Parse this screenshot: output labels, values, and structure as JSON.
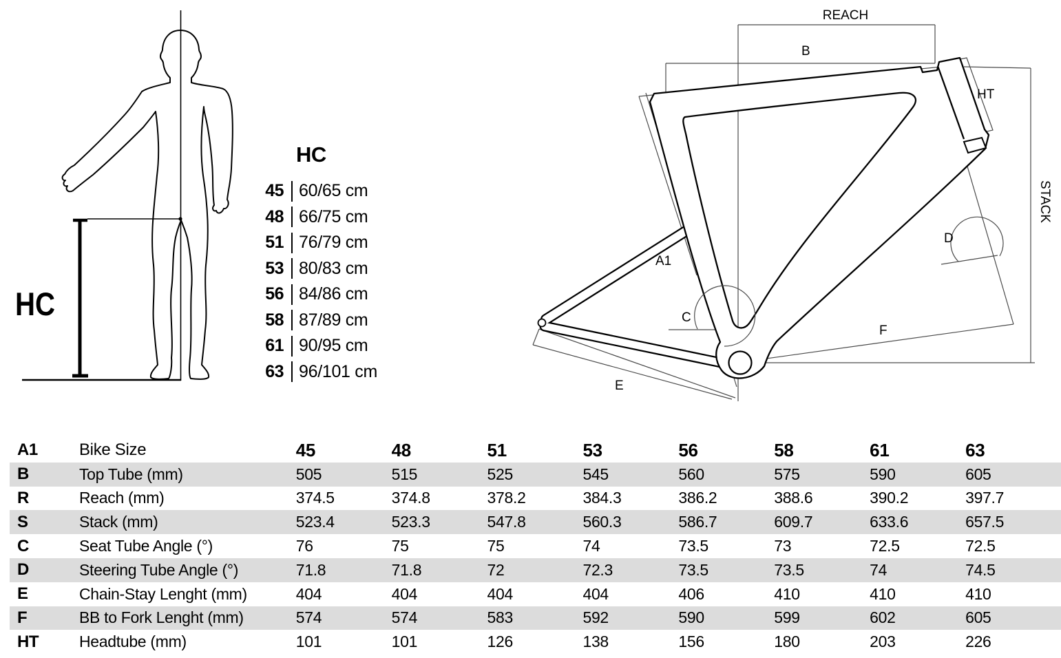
{
  "figure": {
    "hc_label": "HC"
  },
  "hc_list": {
    "title": "HC",
    "items": [
      {
        "size": "45",
        "range": "60/65 cm"
      },
      {
        "size": "48",
        "range": "66/75 cm"
      },
      {
        "size": "51",
        "range": "76/79 cm"
      },
      {
        "size": "53",
        "range": "80/83 cm"
      },
      {
        "size": "56",
        "range": "84/86 cm"
      },
      {
        "size": "58",
        "range": "87/89 cm"
      },
      {
        "size": "61",
        "range": "90/95 cm"
      },
      {
        "size": "63",
        "range": "96/101 cm"
      }
    ]
  },
  "diagram": {
    "labels": {
      "reach": "REACH",
      "b": "B",
      "ht": "HT",
      "stack": "STACK",
      "d": "D",
      "a1": "A1",
      "c": "C",
      "f": "F",
      "e": "E"
    }
  },
  "table": {
    "header": {
      "letter": "A1",
      "label": "Bike Size",
      "sizes": [
        "45",
        "48",
        "51",
        "53",
        "56",
        "58",
        "61",
        "63"
      ]
    },
    "rows": [
      {
        "letter": "B",
        "label": "Top Tube (mm)",
        "values": [
          "505",
          "515",
          "525",
          "545",
          "560",
          "575",
          "590",
          "605"
        ]
      },
      {
        "letter": "R",
        "label": "Reach (mm)",
        "values": [
          "374.5",
          "374.8",
          "378.2",
          "384.3",
          "386.2",
          "388.6",
          "390.2",
          "397.7"
        ]
      },
      {
        "letter": "S",
        "label": "Stack (mm)",
        "values": [
          "523.4",
          "523.3",
          "547.8",
          "560.3",
          "586.7",
          "609.7",
          "633.6",
          "657.5"
        ]
      },
      {
        "letter": "C",
        "label": "Seat Tube Angle (°)",
        "values": [
          "76",
          "75",
          "75",
          "74",
          "73.5",
          "73",
          "72.5",
          "72.5"
        ]
      },
      {
        "letter": "D",
        "label": "Steering Tube Angle (°)",
        "values": [
          "71.8",
          "71.8",
          "72",
          "72.3",
          "73.5",
          "73.5",
          "74",
          "74.5"
        ]
      },
      {
        "letter": "E",
        "label": "Chain-Stay Lenght (mm)",
        "values": [
          "404",
          "404",
          "404",
          "404",
          "406",
          "410",
          "410",
          "410"
        ]
      },
      {
        "letter": "F",
        "label": "BB to Fork Lenght (mm)",
        "values": [
          "574",
          "574",
          "583",
          "592",
          "590",
          "599",
          "602",
          "605"
        ]
      },
      {
        "letter": "HT",
        "label": "Headtube (mm)",
        "values": [
          "101",
          "101",
          "126",
          "138",
          "156",
          "180",
          "203",
          "226"
        ]
      }
    ]
  },
  "colors": {
    "band": "#dcdcdc",
    "ink": "#000000",
    "construction": "#4a4a4a"
  }
}
